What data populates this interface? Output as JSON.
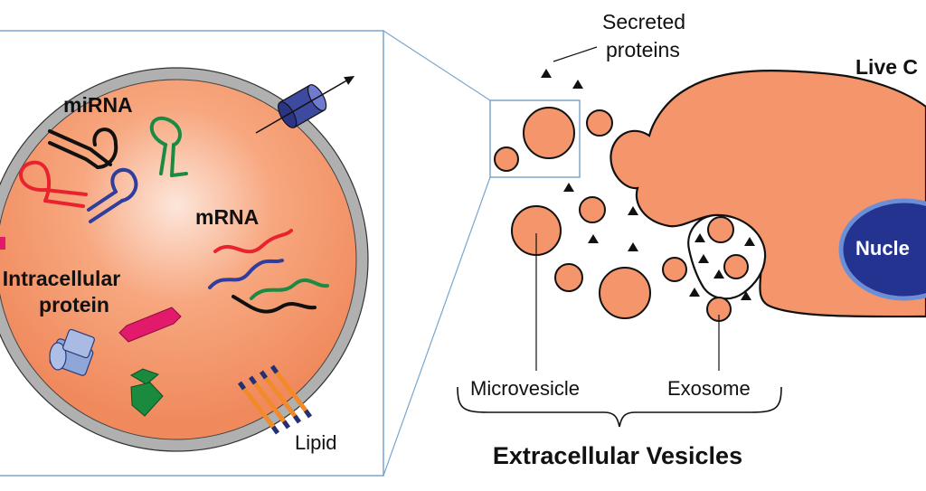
{
  "labels": {
    "mirna": "miRNA",
    "mrna": "mRNA",
    "intracellular_line1": "Intracellular",
    "intracellular_line2": "protein",
    "lipid": "Lipid",
    "secreted_line1": "Secreted",
    "secreted_line2": "proteins",
    "live_cell": "Live C",
    "nucleus": "Nucle",
    "microvesicle": "Microvesicle",
    "exosome": "Exosome",
    "group_title": "Extracellular Vesicles"
  },
  "colors": {
    "vesicle_fill": "#f4956b",
    "membrane": "#b0b0b0",
    "outline": "#111111",
    "nucleus_fill": "#23338f",
    "nucleus_ring": "#6b8fd6",
    "inset_frame": "#7aa6cc",
    "rna_red": "#e8232e",
    "rna_blue": "#2f3d9c",
    "rna_green": "#1c8a43",
    "rna_black": "#111111",
    "protein_pink": "#e3196b",
    "protein_blue": "#8fa6d8",
    "protein_green": "#1a8a3f",
    "lipid_orange": "#f08a2a",
    "lipid_navy": "#243070"
  },
  "icons": [
    "membrane-channel-icon",
    "lipid-bilayer-icon",
    "secreted-protein-triangle-icon"
  ]
}
